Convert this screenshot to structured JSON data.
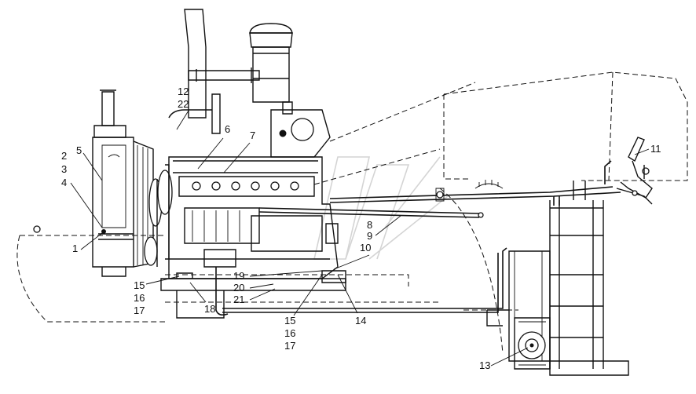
{
  "diagram": {
    "callouts": {
      "c1": "1",
      "c2": "2",
      "c3": "3",
      "c4": "4",
      "c5": "5",
      "c6": "6",
      "c7": "7",
      "c8": "8",
      "c9": "9",
      "c10": "10",
      "c11": "11",
      "c12": "12",
      "c13": "13",
      "c14": "14",
      "c15a": "15",
      "c16a": "16",
      "c17a": "17",
      "c15b": "15",
      "c16b": "16",
      "c17b": "17",
      "c18": "18",
      "c19": "19",
      "c20": "20",
      "c21": "21",
      "c22": "22"
    }
  }
}
